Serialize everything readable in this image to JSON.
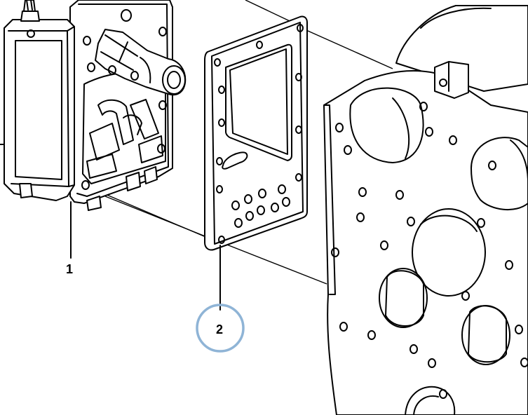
{
  "callouts": [
    {
      "id": "1",
      "label": "1",
      "circled": false
    },
    {
      "id": "2",
      "label": "2",
      "circled": true
    }
  ],
  "colors": {
    "line": "#000000",
    "background": "#ffffff",
    "callout_ring": "#8fb4d6"
  }
}
